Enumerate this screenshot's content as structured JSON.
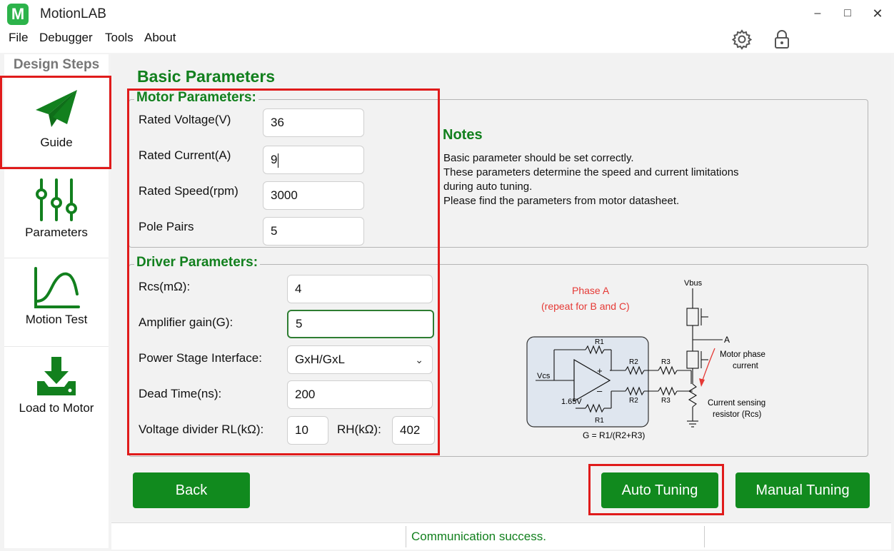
{
  "app": {
    "title": "MotionLAB",
    "logo_letter": "M",
    "accent_color": "#12801e"
  },
  "window_controls": {
    "minimize": "–",
    "maximize": "□",
    "close": "✕"
  },
  "menu": {
    "items": [
      "File",
      "Debugger",
      "Tools",
      "About"
    ]
  },
  "toolbar": {
    "icons": [
      "gear-icon",
      "lock-icon"
    ]
  },
  "sidebar": {
    "title": "Design Steps",
    "steps": [
      {
        "label": "Guide",
        "icon": "paper-plane-icon",
        "active": true
      },
      {
        "label": "Parameters",
        "icon": "sliders-icon",
        "active": false
      },
      {
        "label": "Motion Test",
        "icon": "curve-chart-icon",
        "active": false
      },
      {
        "label": "Load to Motor",
        "icon": "download-icon",
        "active": false
      }
    ]
  },
  "main": {
    "title": "Basic Parameters",
    "motor_params": {
      "legend": "Motor Parameters:",
      "rated_voltage": {
        "label": "Rated Voltage(V)",
        "value": "36"
      },
      "rated_current": {
        "label": "Rated Current(A)",
        "value": "9"
      },
      "rated_speed": {
        "label": "Rated Speed(rpm)",
        "value": "3000"
      },
      "pole_pairs": {
        "label": "Pole Pairs",
        "value": "5"
      }
    },
    "notes": {
      "title": "Notes",
      "lines": [
        "Basic parameter should be set correctly.",
        "These parameters determine the speed and current limitations",
        "during auto tuning.",
        "Please find the parameters from motor datasheet."
      ]
    },
    "driver_params": {
      "legend": "Driver Parameters:",
      "rcs": {
        "label": "Rcs(mΩ):",
        "value": "4"
      },
      "amp_gain": {
        "label": "Amplifier gain(G):",
        "value": "5"
      },
      "power_stage": {
        "label": "Power Stage Interface:",
        "value": "GxH/GxL"
      },
      "dead_time": {
        "label": "Dead Time(ns):",
        "value": "200"
      },
      "divider_rl": {
        "label": "Voltage divider RL(kΩ):",
        "value": "10"
      },
      "divider_rh": {
        "label": "RH(kΩ):",
        "value": "402"
      }
    },
    "circuit": {
      "phase_title": "Phase A",
      "phase_note": "(repeat for B and C)",
      "vbus": "Vbus",
      "node_a": "A",
      "motor_current_1": "Motor phase",
      "motor_current_2": "current",
      "sense_1": "Current sensing",
      "sense_2": "resistor (Rcs)",
      "r1": "R1",
      "r2": "R2",
      "r3": "R3",
      "plus": "+",
      "minus": "–",
      "vcs": "Vcs",
      "vref": "1.65V",
      "formula": "G = R1/(R2+R3)"
    },
    "buttons": {
      "back": "Back",
      "auto_tuning": "Auto Tuning",
      "manual_tuning": "Manual Tuning"
    }
  },
  "status": {
    "message": "Communication success."
  }
}
